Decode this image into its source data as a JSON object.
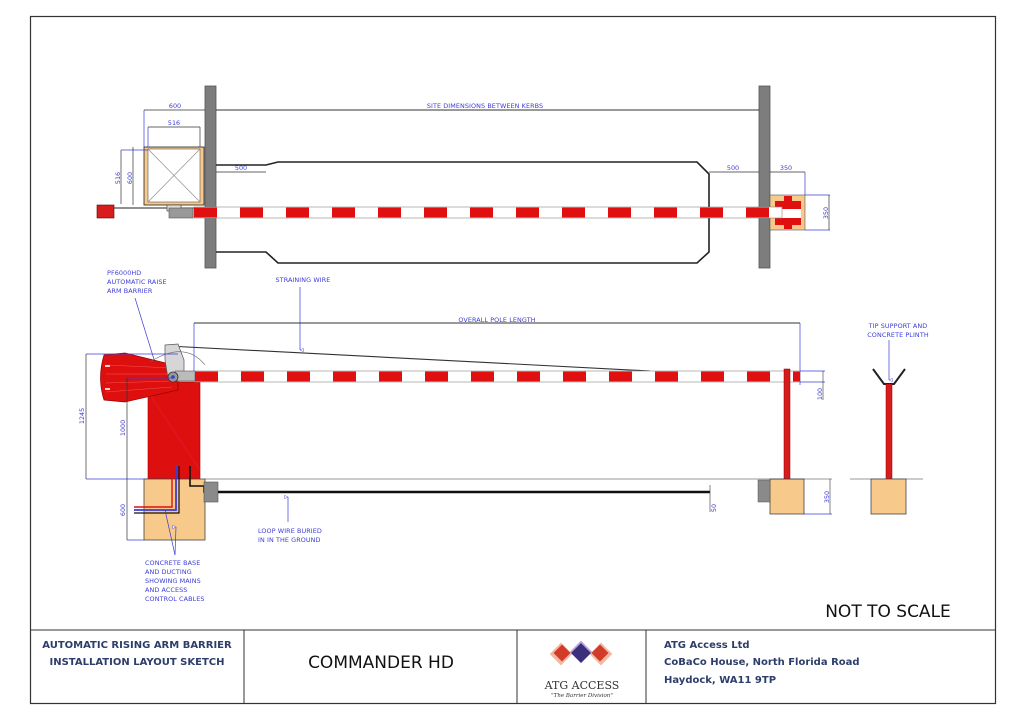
{
  "drawing": {
    "colors": {
      "pole_red": "#e01010",
      "pole_white": "#ffffff",
      "concrete": "#f7c98a",
      "kerb_grey": "#7d7d7d",
      "dimension_blue": "#3b3bd8",
      "cabinet_red": "#dd0f0f",
      "outline": "#222222"
    },
    "plan_view": {
      "site_dimension_label": "SITE DIMENSIONS BETWEEN KERBS",
      "dims": {
        "base_outer_width": "600",
        "base_inner_width": "516",
        "base_inner_height": "516",
        "base_outer_height": "600",
        "left_offset": "500",
        "right_offset": "500",
        "tip_offset": "350",
        "tip_plinth_size": "350"
      }
    },
    "elevation_view": {
      "barrier_label": [
        "PF6000HD",
        "AUTOMATIC RAISE",
        "ARM BARRIER"
      ],
      "straining_wire_label": "STRAINING WIRE",
      "overall_pole_label": "OVERALL POLE LENGTH",
      "tip_support_label": [
        "TIP SUPPORT AND",
        "CONCRETE PLINTH"
      ],
      "loop_wire_label": [
        "LOOP WIRE BURIED",
        "IN IN THE GROUND"
      ],
      "concrete_base_label": [
        "CONCRETE BASE",
        "AND DUCTING",
        "SHOWING MAINS",
        "AND ACCESS",
        "CONTROL CABLES"
      ],
      "dims": {
        "overall_height": "1245",
        "cabinet_height": "1000",
        "base_depth": "600",
        "pole_height": "100",
        "loop_depth": "50",
        "tip_plinth_depth": "350"
      }
    },
    "scale_note": "NOT TO SCALE"
  },
  "title_block": {
    "description": [
      "AUTOMATIC RISING ARM BARRIER",
      "INSTALLATION LAYOUT SKETCH"
    ],
    "model": "COMMANDER HD",
    "logo": {
      "name": "ATG ACCESS",
      "tagline": "\"The Barrier Division\"",
      "colors": [
        "#d23a2a",
        "#3a2f7a",
        "#b9a6d8",
        "#f2b9a0"
      ]
    },
    "company": {
      "name": "ATG Access Ltd",
      "address_line1": "CoBaCo House, North Florida Road",
      "address_line2": "Haydock, WA11 9TP"
    }
  }
}
